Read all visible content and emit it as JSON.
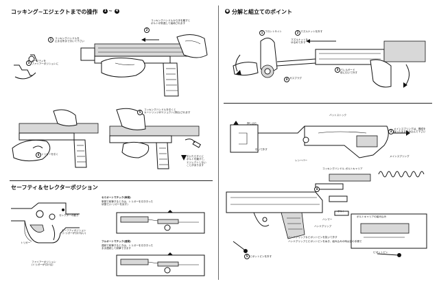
{
  "sections": {
    "cocking": {
      "title": "コッキング~エジェクトまでの操作",
      "range": "~",
      "from": "1",
      "to": "4"
    },
    "safety": {
      "title": "セーフティ＆セレクターポジション"
    },
    "disassembly": {
      "title": "分解と組立てのポイント"
    }
  },
  "cocking_captions": {
    "c1": "コッキングハンドルを\n止まる所まで引いて下さい",
    "c2": "コッキングハンドルから手を離すと\nボルトが前進して装填されます",
    "c3": "セーフティを\nファイアーポジションに",
    "c4": "トリガーを引く",
    "c5": "コッキングハンドルを引くと\nカートリッジがエジェクト(排出)されます",
    "c6": "引いたらすぐに\nボルトを離すと、\nエジェクトしない\nことがあります"
  },
  "safety_captions": {
    "selector_move": "セレクターの動き",
    "safety_pos": "セーフティポジション",
    "safety_pos_sub": "(トリガーが引けない)",
    "trigger": "トリガー",
    "fire_pos": "ファイアーポジション",
    "fire_pos_sub": "(トリガーが引ける)",
    "semi_title": "セミオートマチック(単発)",
    "semi_desc": "単発で射撃するときは、トリガーを引ききった\n状態で(トリガーを戻す)",
    "full_title": "フルオートマチック(連発)",
    "full_desc": "連射で射撃するときは、トリガーを引ききった\nまま連続して射撃できます"
  },
  "disassembly_captions": {
    "d1": "フロントサイト",
    "d2": "マズルナットを外す",
    "d3": "マズルナットを\nゆるめて外す",
    "d4": "バレルガード",
    "d5": "前に引いて外す",
    "d6": "ガスプラグ",
    "stock": "バットストック",
    "press": "押し込む",
    "pull": "引いて外す",
    "receiver": "レシーバー",
    "spring_tip": "メインスプリングは、構成を\n保ったまま組み込んで下さい",
    "main_spring": "メインスプリング",
    "bolt_carrier": "コッキングハンドル ボルトキャリア",
    "bolt": "ボルト",
    "hammer": "ハンマー",
    "grip": "ハンドグリップ",
    "pins": "ハンドグリップ＆ピボットピンを抜いて外す",
    "carrier_assembly": "ボルトキャリアの組み込み",
    "pivot_pin": "ピボットピン",
    "remove_pin": "ピボットピンを外す",
    "note": "ハンドグリップとピボットピンをぬき、組み込みの時は逆の手順で"
  },
  "steps": [
    "1",
    "2",
    "3",
    "4",
    "5"
  ]
}
